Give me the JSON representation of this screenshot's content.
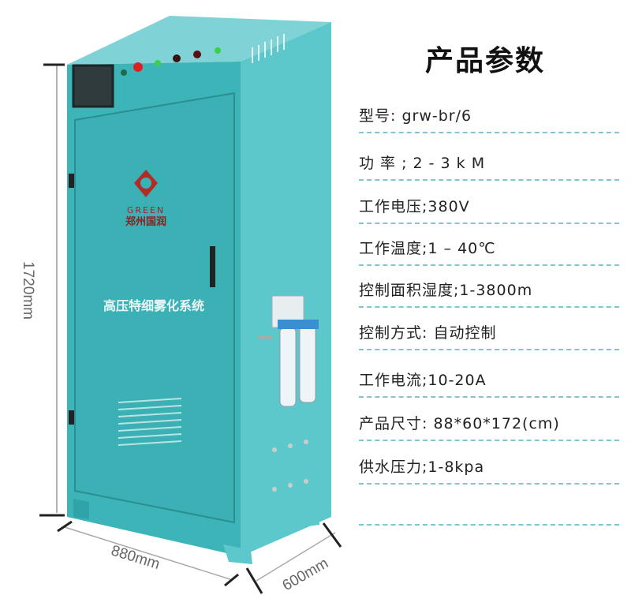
{
  "title": "产品参数",
  "specs": [
    {
      "text": "型号: grw-br/6"
    },
    {
      "text": "功 率 ; 2 - 3 k M"
    },
    {
      "text": "工作电压;380V"
    },
    {
      "text": "工作温度;1 – 40℃"
    },
    {
      "text": "控制面积湿度;1-3800m"
    },
    {
      "text": "控制方式: 自动控制"
    },
    {
      "text": "工作电流;10-20A"
    },
    {
      "text": "产品尺寸: 88*60*172(cm)"
    },
    {
      "text": "供水压力;1-8kpa"
    },
    {
      "text": ""
    }
  ],
  "cabinet": {
    "logo_en": "GREEN",
    "logo_cn": "郑州国润",
    "door_label": "高压特细雾化系统",
    "color": "#3db4b8"
  },
  "dimensions": {
    "height": "1720mm",
    "width": "880mm",
    "depth": "600mm"
  }
}
